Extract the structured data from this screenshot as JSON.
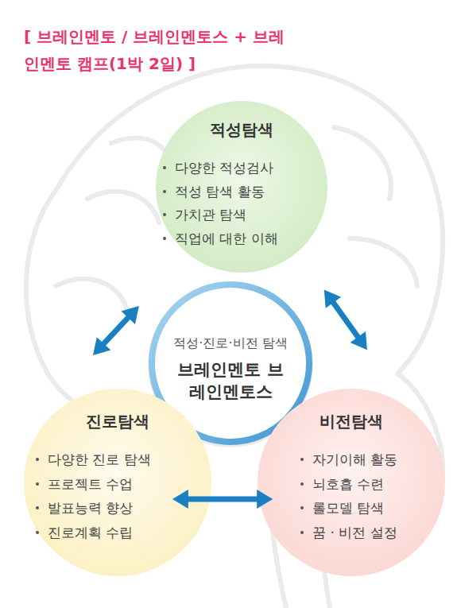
{
  "diagram": {
    "title": "[ 브레인멘토 / 브레인멘토스 + 브레인멘토 캠프(1박 2일) ]",
    "nodes": [
      {
        "text": [
          "적성탐색",
          "다양한 적성검사",
          "적성 탐색 활동",
          "가치관 탐색",
          "직업에 대한 이해"
        ]
      },
      {
        "text": [
          "적성·진로·비전 탐색",
          "브레인멘토 브레인멘토스"
        ]
      },
      {
        "text": [
          "진로탐색",
          "다양한 진로 탐색",
          "프로젝트 수업",
          "발표능력 향상",
          "진로계획 수립"
        ]
      },
      {
        "text": [
          "비전탐색",
          "자기이해 활동",
          "뇌호흡 수련",
          "롤모델 탐색",
          "꿈 · 비전 설정"
        ]
      }
    ],
    "edges": [
      {
        "from": 0,
        "to": 2,
        "arrow": "both"
      },
      {
        "from": 0,
        "to": 3,
        "arrow": "both"
      },
      {
        "from": 2,
        "to": 3,
        "arrow": "both"
      }
    ]
  }
}
